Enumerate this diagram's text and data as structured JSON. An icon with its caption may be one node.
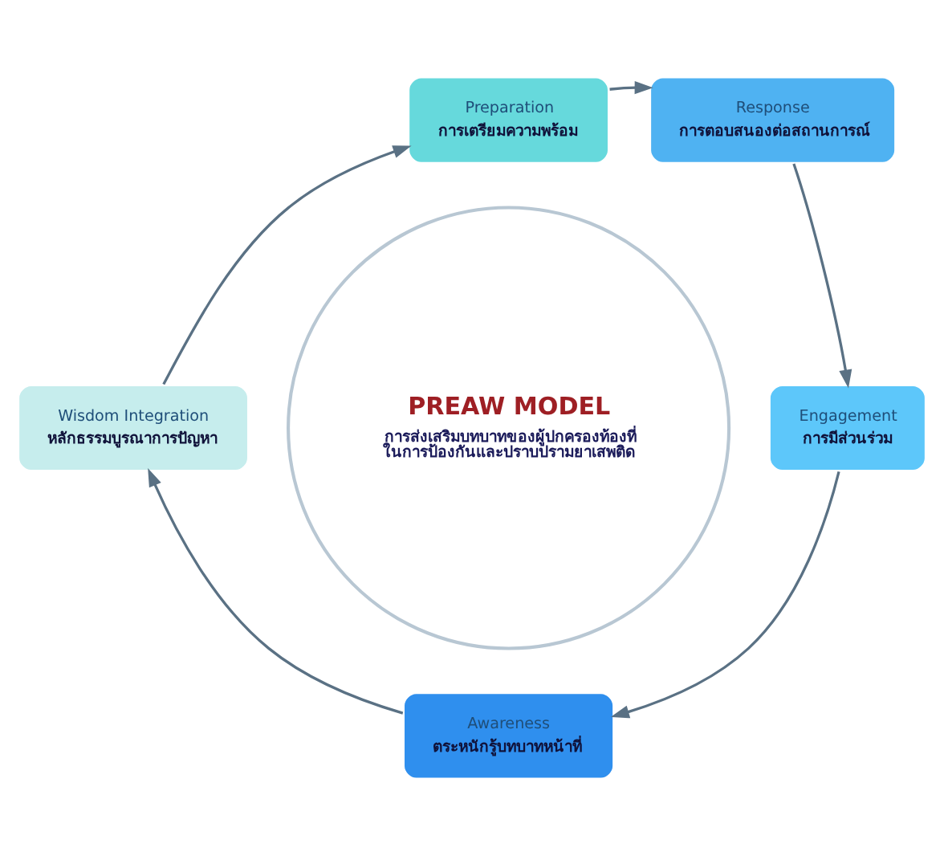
{
  "diagram": {
    "nodes": [
      {
        "text": [
          "Preparation",
          "การเตรียมความพร้อม"
        ]
      },
      {
        "text": [
          "Response",
          "การตอบสนองต่อสถานการณ์"
        ]
      },
      {
        "text": [
          "Wisdom Integration",
          "หลักธรรมบูรณาการปัญหา"
        ]
      },
      {
        "text": [
          "PREAW MODEL",
          "การส่งเสริมบทบาทของผู้ปกครองท้องที่ในการป้องกันและปราบปรามยาเสพติด"
        ]
      },
      {
        "text": [
          "Engagement",
          "การมีส่วนร่วม"
        ]
      },
      {
        "text": [
          "Awareness",
          "ตระหนักรู้บทบาทหน้าที่"
        ]
      }
    ],
    "edges": [
      {
        "from": 0,
        "to": 1,
        "arrow": "to"
      },
      {
        "from": 1,
        "to": 4,
        "arrow": "to"
      },
      {
        "from": 4,
        "to": 5,
        "arrow": "to"
      },
      {
        "from": 5,
        "to": 2,
        "arrow": "to"
      },
      {
        "from": 2,
        "to": 0,
        "arrow": "to"
      }
    ]
  }
}
